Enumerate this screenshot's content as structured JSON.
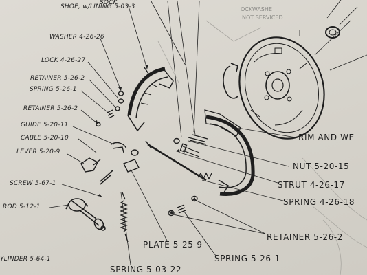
{
  "labels": [
    {
      "id": "socket_partial",
      "text": "SOCK"
    },
    {
      "id": "shoe_lining",
      "text": "SHOE, w/LINING 5-03-3"
    },
    {
      "id": "washer",
      "text": "WASHER 4-26-26"
    },
    {
      "id": "lock",
      "text": "LOCK 4-26-27"
    },
    {
      "id": "retainer_upper",
      "text": "RETAINER 5-26-2"
    },
    {
      "id": "spring_upper",
      "text": "SPRING 5-26-1"
    },
    {
      "id": "retainer_left",
      "text": "RETAINER 5-26-2"
    },
    {
      "id": "guide",
      "text": "GUIDE 5-20-11"
    },
    {
      "id": "cable",
      "text": "CABLE 5-20-10"
    },
    {
      "id": "lever",
      "text": "LEVER 5-20-9"
    },
    {
      "id": "screw",
      "text": "SCREW 5-67-1"
    },
    {
      "id": "rod",
      "text": "ROD 5-12-1"
    },
    {
      "id": "cylinder",
      "text": "YLINDER 5-64-1"
    },
    {
      "id": "spring_bottom",
      "text": "SPRING 5-03-22"
    },
    {
      "id": "plate",
      "text": "PLATE 5-25-9"
    },
    {
      "id": "spring_center",
      "text": "SPRING 5-26-1"
    },
    {
      "id": "retainer_right",
      "text": "RETAINER 5-26-2"
    },
    {
      "id": "spring_right",
      "text": "SPRING 4-26-18"
    },
    {
      "id": "strut",
      "text": "STRUT 4-26-17"
    },
    {
      "id": "nut",
      "text": "NUT 5-20-15"
    },
    {
      "id": "rim",
      "text": "RIM AND WE"
    },
    {
      "id": "faint_1",
      "text": "OCKWASHE"
    },
    {
      "id": "faint_2",
      "text": "NOT SERVICED"
    }
  ]
}
